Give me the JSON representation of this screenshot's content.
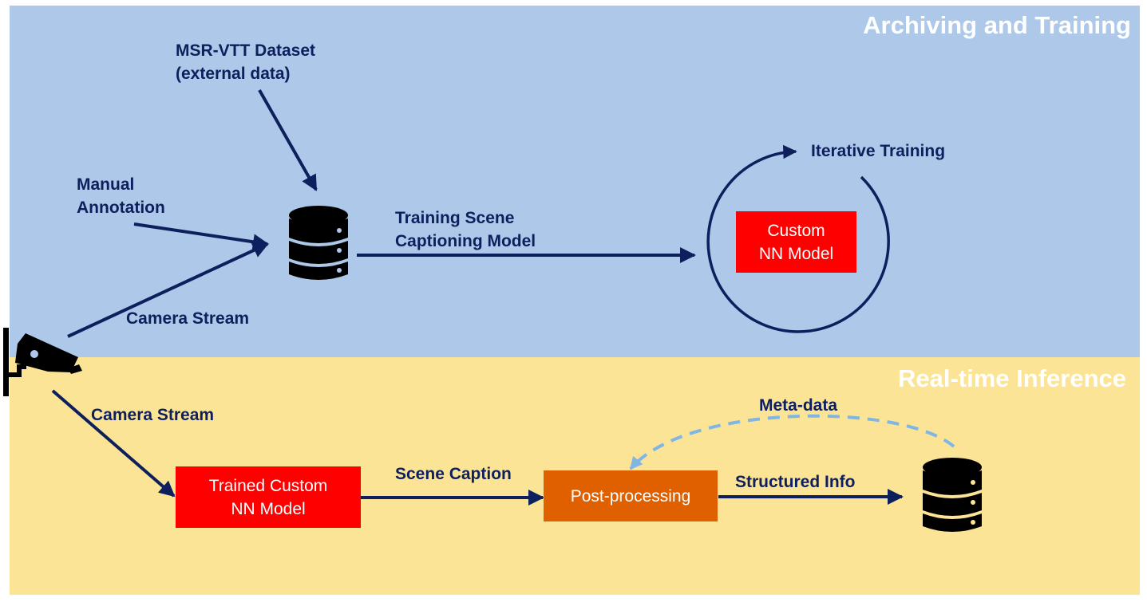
{
  "colors": {
    "top_panel": "#adc8e8",
    "bottom_panel": "#fce496",
    "arrow": "#0d1f5c",
    "model_box": "#ff0000",
    "postprocess_box": "#e06000",
    "metadata_arrow": "#7fb6e4",
    "icon": "#000000"
  },
  "sections": {
    "top": {
      "title": "Archiving and Training"
    },
    "bottom": {
      "title": "Real-time Inference"
    }
  },
  "labels": {
    "dataset_line1": "MSR-VTT Dataset",
    "dataset_line2": "(external data)",
    "manual_line1": "Manual",
    "manual_line2": "Annotation",
    "camera_stream_top": "Camera Stream",
    "training_line1": "Training Scene",
    "training_line2": "Captioning Model",
    "iterative": "Iterative Training",
    "camera_stream_bottom": "Camera Stream",
    "scene_caption": "Scene Caption",
    "structured_info": "Structured Info",
    "metadata": "Meta-data"
  },
  "boxes": {
    "custom_model_line1": "Custom",
    "custom_model_line2": "NN Model",
    "trained_model_line1": "Trained Custom",
    "trained_model_line2": "NN Model",
    "postprocessing": "Post-processing"
  },
  "icons": {
    "camera": "security-camera-icon",
    "db_training": "database-icon",
    "db_inference": "database-icon"
  }
}
